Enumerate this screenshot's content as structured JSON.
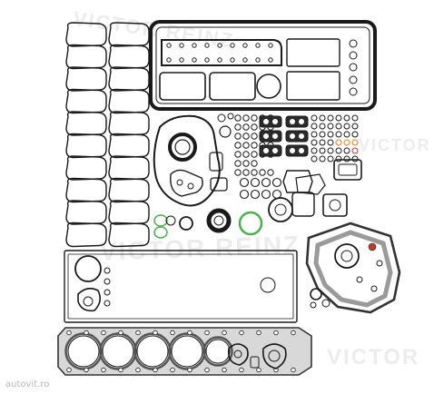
{
  "watermarks": {
    "brand_top": "VICTOR REINZ",
    "brand_middle": "VICTOR REINZ",
    "brand_bottom_right": "VICTOR",
    "brand_right": "VICTOR",
    "site": "autovit.ro"
  },
  "colors": {
    "background": "#ffffff",
    "gasket_stroke": "#1a1a1a",
    "gasket_grey": "#9a9a9a",
    "gasket_dark": "#333333",
    "seal_green": "#4caf50",
    "seal_red": "#c0392b",
    "seal_orange": "#e67e22"
  }
}
